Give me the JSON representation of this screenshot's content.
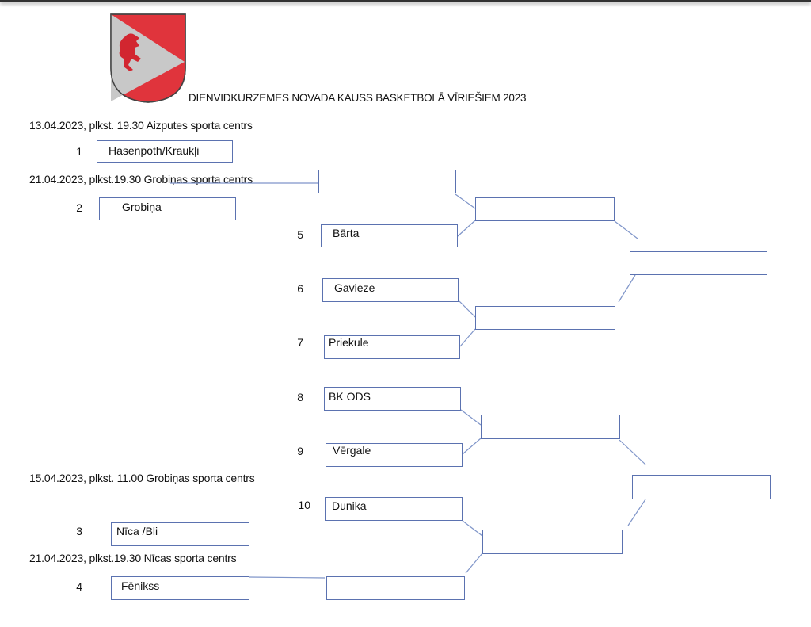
{
  "header": {
    "logo": "Dienvidkurzemes novada coat of arms",
    "title": "DIENVIDKURZEMES NOVADA KAUSS BASKETBOLĀ VĪRIEŠIEM  2023"
  },
  "schedule": [
    "13.04.2023, plkst. 19.30 Aizputes sporta centrs",
    "21.04.2023, plkst.19.30 Grobiņas sporta centrs",
    "15.04.2023, plkst. 11.00 Grobiņas sporta centrs",
    "21.04.2023, plkst.19.30 Nīcas sporta centrs"
  ],
  "teams": [
    {
      "seed": "1",
      "name": "Hasenpoth/Kraukļi"
    },
    {
      "seed": "2",
      "name": "Grobiņa"
    },
    {
      "seed": "5",
      "name": "Bārta"
    },
    {
      "seed": "6",
      "name": "Gavieze"
    },
    {
      "seed": "7",
      "name": "Priekule"
    },
    {
      "seed": "8",
      "name": "BK ODS"
    },
    {
      "seed": "9",
      "name": "Vērgale"
    },
    {
      "seed": "10",
      "name": "Dunika"
    },
    {
      "seed": "3",
      "name": "Nīca /Bli"
    },
    {
      "seed": "4",
      "name": "Fēnikss"
    }
  ],
  "colors": {
    "box_border": "#5b72b0",
    "line": "#7f95c9",
    "shield_red": "#e0343c",
    "shield_gray": "#c8c8c8"
  }
}
